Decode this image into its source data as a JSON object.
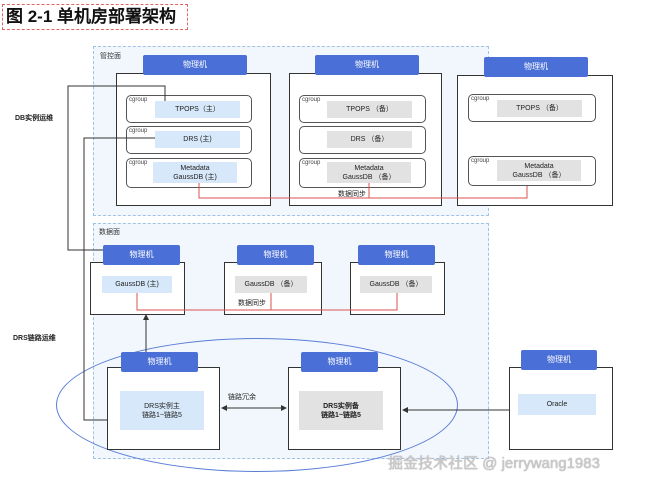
{
  "figure_title": "图 2-1 单机房部署架构",
  "management_plane": {
    "label": "管控面",
    "side_label": "DB实例运维",
    "machines": [
      {
        "tab": "物理机",
        "services": [
          {
            "cgroup": "cgroup",
            "text": "TPOPS（主）",
            "role": "primary"
          },
          {
            "cgroup": "cgroup",
            "text": "DRS (主)",
            "role": "primary"
          },
          {
            "cgroup": "cgroup",
            "text": "Metadata\nGaussDB (主)",
            "role": "primary"
          }
        ]
      },
      {
        "tab": "物理机",
        "services": [
          {
            "cgroup": "cgroup",
            "text": "TPOPS （备）",
            "role": "standby"
          },
          {
            "cgroup": "",
            "text": "DRS （备）",
            "role": "standby"
          },
          {
            "cgroup": "cgroup",
            "text": "Metadata\nGaussDB （备）",
            "role": "standby"
          }
        ]
      },
      {
        "tab": "物理机",
        "services": [
          {
            "cgroup": "cgroup",
            "text": "TPOPS （备）",
            "role": "standby"
          },
          {
            "cgroup": "cgroup",
            "text": "Metadata\nGaussDB （备）",
            "role": "standby"
          }
        ]
      }
    ],
    "sync_label": "数据同步"
  },
  "data_plane": {
    "label": "数据面",
    "side_label": "DRS链路运维",
    "machines": [
      {
        "tab": "物理机",
        "service": "GaussDB (主)",
        "role": "primary"
      },
      {
        "tab": "物理机",
        "service": "GaussDB （备）",
        "role": "standby"
      },
      {
        "tab": "物理机",
        "service": "GaussDB （备）",
        "role": "standby"
      }
    ],
    "sync_label": "数据同步",
    "drs_machines": [
      {
        "tab": "物理机",
        "service": "DRS实例主\n链路1~链路5",
        "role": "primary"
      },
      {
        "tab": "物理机",
        "service": "DRS实例备\n链路1~链路5",
        "role": "standby"
      }
    ],
    "redundancy_label": "链路冗余",
    "oracle_machine": {
      "tab": "物理机",
      "service": "Oracle",
      "role": "primary"
    }
  },
  "watermark": "掘金技术社区 @ jerrywang1983",
  "colors": {
    "tab_blue": "#4a6fd6",
    "primary_fill": "#d6e8f9",
    "standby_fill": "#e2e2e2",
    "sync_line": "#d9534f",
    "plane_fill": "#f2f7fd",
    "plane_border": "#9fc2e7",
    "title_border": "#e06666"
  }
}
